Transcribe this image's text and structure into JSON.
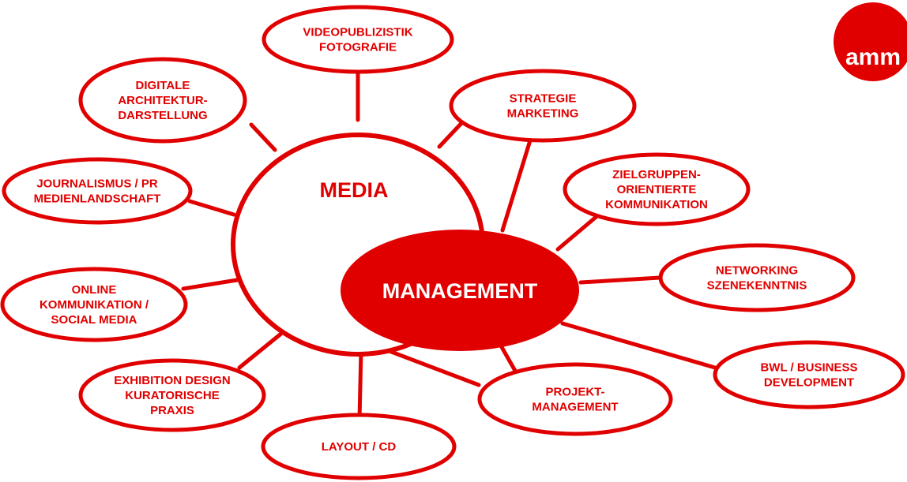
{
  "colors": {
    "red": "#e10000",
    "white": "#ffffff"
  },
  "logo": {
    "text": "amm"
  },
  "hubs": {
    "media": {
      "label": "MEDIA"
    },
    "management": {
      "label": "MANAGEMENT"
    }
  },
  "nodes": [
    {
      "id": "videopublizistik",
      "lines": [
        "VIDEOPUBLIZISTIK",
        "FOTOGRAFIE"
      ]
    },
    {
      "id": "digitale-architektur",
      "lines": [
        "DIGITALE",
        "ARCHITEKTUR-",
        "DARSTELLUNG"
      ]
    },
    {
      "id": "strategie-marketing",
      "lines": [
        "STRATEGIE",
        "MARKETING"
      ]
    },
    {
      "id": "journalismus-pr",
      "lines": [
        "JOURNALISMUS / PR",
        "MEDIENLANDSCHAFT"
      ]
    },
    {
      "id": "zielgruppen",
      "lines": [
        "ZIELGRUPPEN-",
        "ORIENTIERTE",
        "KOMMUNIKATION"
      ]
    },
    {
      "id": "networking",
      "lines": [
        "NETWORKING",
        "SZENEKENNTNIS"
      ]
    },
    {
      "id": "online-kommunikation",
      "lines": [
        "ONLINE",
        "KOMMUNIKATION /",
        "SOCIAL MEDIA"
      ]
    },
    {
      "id": "bwl-business",
      "lines": [
        "BWL / BUSINESS",
        "DEVELOPMENT"
      ]
    },
    {
      "id": "exhibition-design",
      "lines": [
        "EXHIBITION DESIGN",
        "KURATORISCHE",
        "PRAXIS"
      ]
    },
    {
      "id": "projektmanagement",
      "lines": [
        "PROJEKT-",
        "MANAGEMENT"
      ]
    },
    {
      "id": "layout-cd",
      "lines": [
        "LAYOUT / CD"
      ]
    }
  ]
}
